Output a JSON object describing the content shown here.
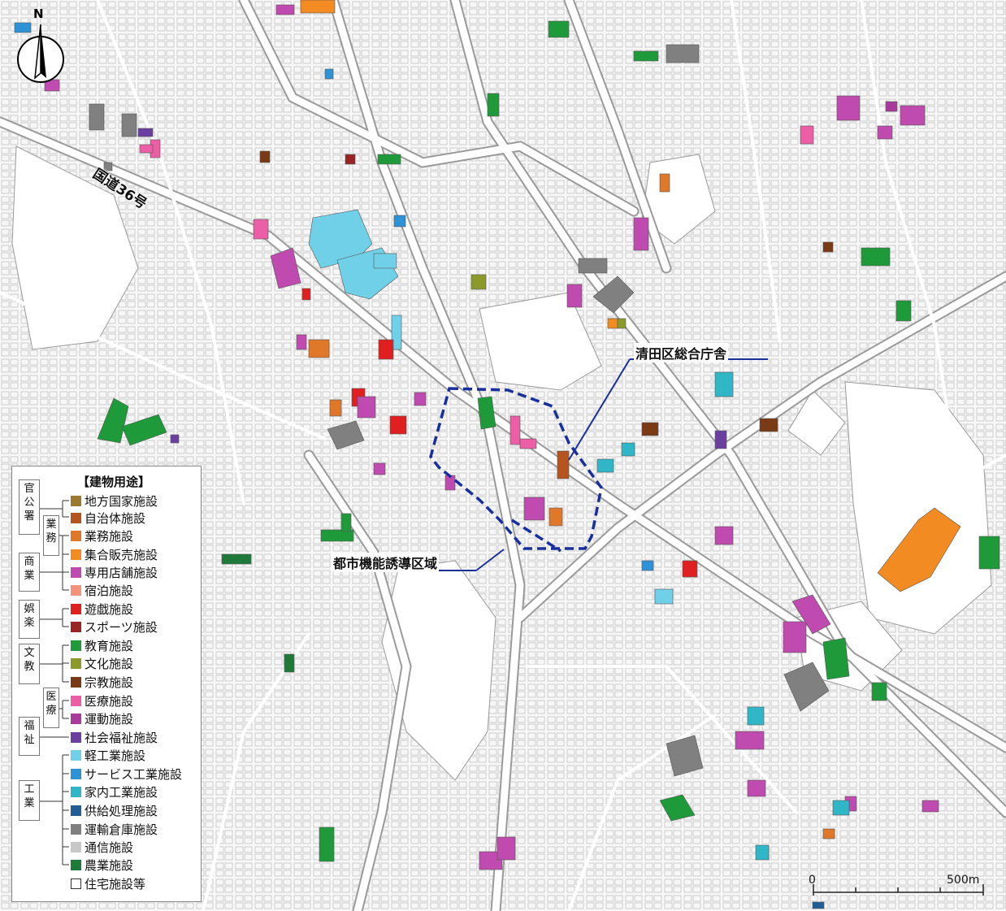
{
  "map": {
    "road_label": "国道36号",
    "north_label": "N",
    "zone_label": "都市機能誘導区域",
    "office_label": "清田区総合庁舎",
    "scale": {
      "zero": "0",
      "end": "500m"
    }
  },
  "legend": {
    "title": "【建物用途】",
    "groups": [
      {
        "label": "官公署"
      },
      {
        "label": "業務"
      },
      {
        "label": "商業"
      },
      {
        "label": "娯楽"
      },
      {
        "label": "文教"
      },
      {
        "label": "医療"
      },
      {
        "label": "福祉"
      },
      {
        "label": "工業"
      }
    ],
    "items": [
      {
        "label": "地方国家施設",
        "color": "#9b7a2f"
      },
      {
        "label": "自治体施設",
        "color": "#b5541c"
      },
      {
        "label": "業務施設",
        "color": "#e0782a"
      },
      {
        "label": "集合販売施設",
        "color": "#f28b22"
      },
      {
        "label": "専用店舗施設",
        "color": "#c04bb0"
      },
      {
        "label": "宿泊施設",
        "color": "#f2937a"
      },
      {
        "label": "遊戯施設",
        "color": "#e02020"
      },
      {
        "label": "スポーツ施設",
        "color": "#9a2424"
      },
      {
        "label": "教育施設",
        "color": "#1f9a3a"
      },
      {
        "label": "文化施設",
        "color": "#8c9a2c"
      },
      {
        "label": "宗教施設",
        "color": "#7a3a16"
      },
      {
        "label": "医療施設",
        "color": "#ec5fa6"
      },
      {
        "label": "運動施設",
        "color": "#a83a9c"
      },
      {
        "label": "社会福祉施設",
        "color": "#6a3fa0"
      },
      {
        "label": "軽工業施設",
        "color": "#6fd0e8"
      },
      {
        "label": "サービス工業施設",
        "color": "#2d93d6"
      },
      {
        "label": "家内工業施設",
        "color": "#2fb7c7"
      },
      {
        "label": "供給処理施設",
        "color": "#1f5f95"
      },
      {
        "label": "運輸倉庫施設",
        "color": "#808080"
      },
      {
        "label": "通信施設",
        "color": "#c8c8c8"
      },
      {
        "label": "農業施設",
        "color": "#1f7a3a"
      },
      {
        "label": "住宅施設等",
        "color": "#ffffff"
      }
    ]
  }
}
